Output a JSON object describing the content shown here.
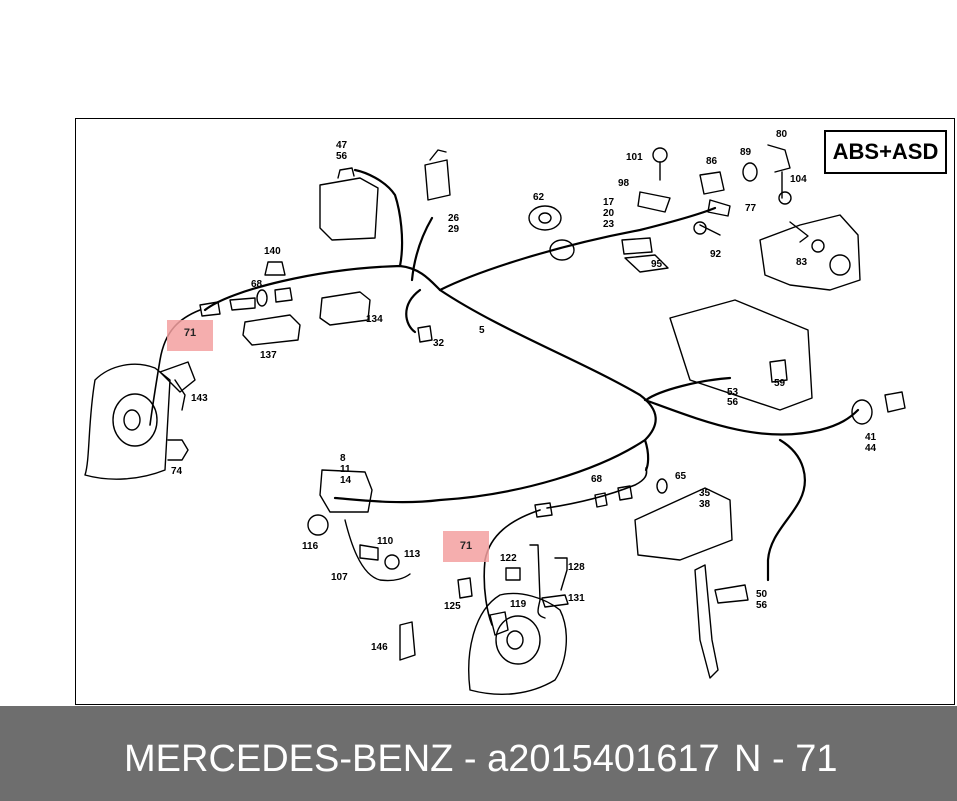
{
  "badge": "ABS+ASD",
  "highlights": [
    "71",
    "71"
  ],
  "callouts": [
    {
      "id": "c47",
      "text": "47"
    },
    {
      "id": "c56a",
      "text": "56"
    },
    {
      "id": "c26",
      "text": "26"
    },
    {
      "id": "c29",
      "text": "29"
    },
    {
      "id": "c62",
      "text": "62"
    },
    {
      "id": "c17",
      "text": "17"
    },
    {
      "id": "c20",
      "text": "20"
    },
    {
      "id": "c23",
      "text": "23"
    },
    {
      "id": "c95",
      "text": "95"
    },
    {
      "id": "c101",
      "text": "101"
    },
    {
      "id": "c98",
      "text": "98"
    },
    {
      "id": "c86",
      "text": "86"
    },
    {
      "id": "c89",
      "text": "89"
    },
    {
      "id": "c80",
      "text": "80"
    },
    {
      "id": "c104",
      "text": "104"
    },
    {
      "id": "c77",
      "text": "77"
    },
    {
      "id": "c92",
      "text": "92"
    },
    {
      "id": "c83",
      "text": "83"
    },
    {
      "id": "c140",
      "text": "140"
    },
    {
      "id": "c68a",
      "text": "68"
    },
    {
      "id": "c134",
      "text": "134"
    },
    {
      "id": "c137",
      "text": "137"
    },
    {
      "id": "c32",
      "text": "32"
    },
    {
      "id": "c5",
      "text": "5"
    },
    {
      "id": "c143",
      "text": "143"
    },
    {
      "id": "c74",
      "text": "74"
    },
    {
      "id": "c53",
      "text": "53"
    },
    {
      "id": "c56b",
      "text": "56"
    },
    {
      "id": "c59",
      "text": "59"
    },
    {
      "id": "c41",
      "text": "41"
    },
    {
      "id": "c44",
      "text": "44"
    },
    {
      "id": "c8",
      "text": "8"
    },
    {
      "id": "c11",
      "text": "11"
    },
    {
      "id": "c14",
      "text": "14"
    },
    {
      "id": "c68b",
      "text": "68"
    },
    {
      "id": "c65",
      "text": "65"
    },
    {
      "id": "c35",
      "text": "35"
    },
    {
      "id": "c38",
      "text": "38"
    },
    {
      "id": "c116",
      "text": "116"
    },
    {
      "id": "c110",
      "text": "110"
    },
    {
      "id": "c113",
      "text": "113"
    },
    {
      "id": "c107",
      "text": "107"
    },
    {
      "id": "c122",
      "text": "122"
    },
    {
      "id": "c128",
      "text": "128"
    },
    {
      "id": "c131",
      "text": "131"
    },
    {
      "id": "c119",
      "text": "119"
    },
    {
      "id": "c125",
      "text": "125"
    },
    {
      "id": "c146",
      "text": "146"
    },
    {
      "id": "c50",
      "text": "50"
    },
    {
      "id": "c56c",
      "text": "56"
    }
  ],
  "footer": {
    "title": "MERCEDES-BENZ - a2015401617",
    "ref": "N - 71"
  }
}
